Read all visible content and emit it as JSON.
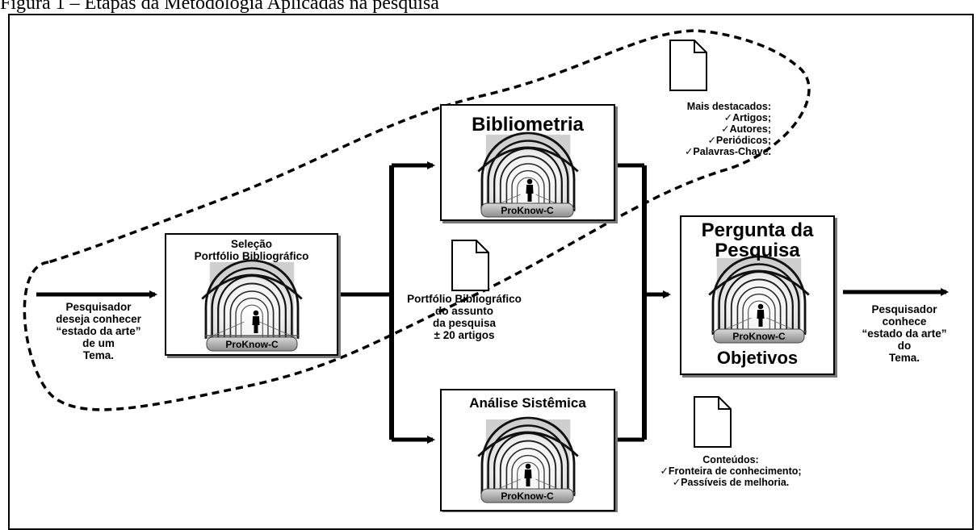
{
  "figure": {
    "caption": "Figura 1 – Etapas da Metodologia Aplicadas na pesquisa"
  },
  "left_text": "Pesquisador\ndeseja conhecer\n“estado da arte”\nde um\nTema.",
  "right_text": "Pesquisador\nconhece\n“estado da arte”\ndo\nTema.",
  "boxes": {
    "selecao": {
      "title": "Seleção\nPortfólio Bibliográfico",
      "badge": "ProKnow-C"
    },
    "bibliometria": {
      "title": "Bibliometria",
      "badge": "ProKnow-C"
    },
    "analise": {
      "title": "Análise Sistêmica",
      "badge": "ProKnow-C"
    },
    "pergunta": {
      "title": "Pergunta da\nPesquisa",
      "badge": "ProKnow-C",
      "footer": "Objetivos"
    }
  },
  "notes": {
    "destacados": "Mais destacados:\n✓Artigos;\n✓Autores;\n✓Periódicos;\n✓Palavras-Chave.",
    "portfolio": "Portfólio Bibliográfico\ndo assunto\nda pesquisa\n± 20 artigos",
    "conteudos": "Conteúdos:\n✓Fronteira de conhecimento;\n✓Passíveis de melhoria."
  },
  "icons": [
    "document-icon",
    "tunnel-icon",
    "person-icon",
    "arrow-icon"
  ]
}
